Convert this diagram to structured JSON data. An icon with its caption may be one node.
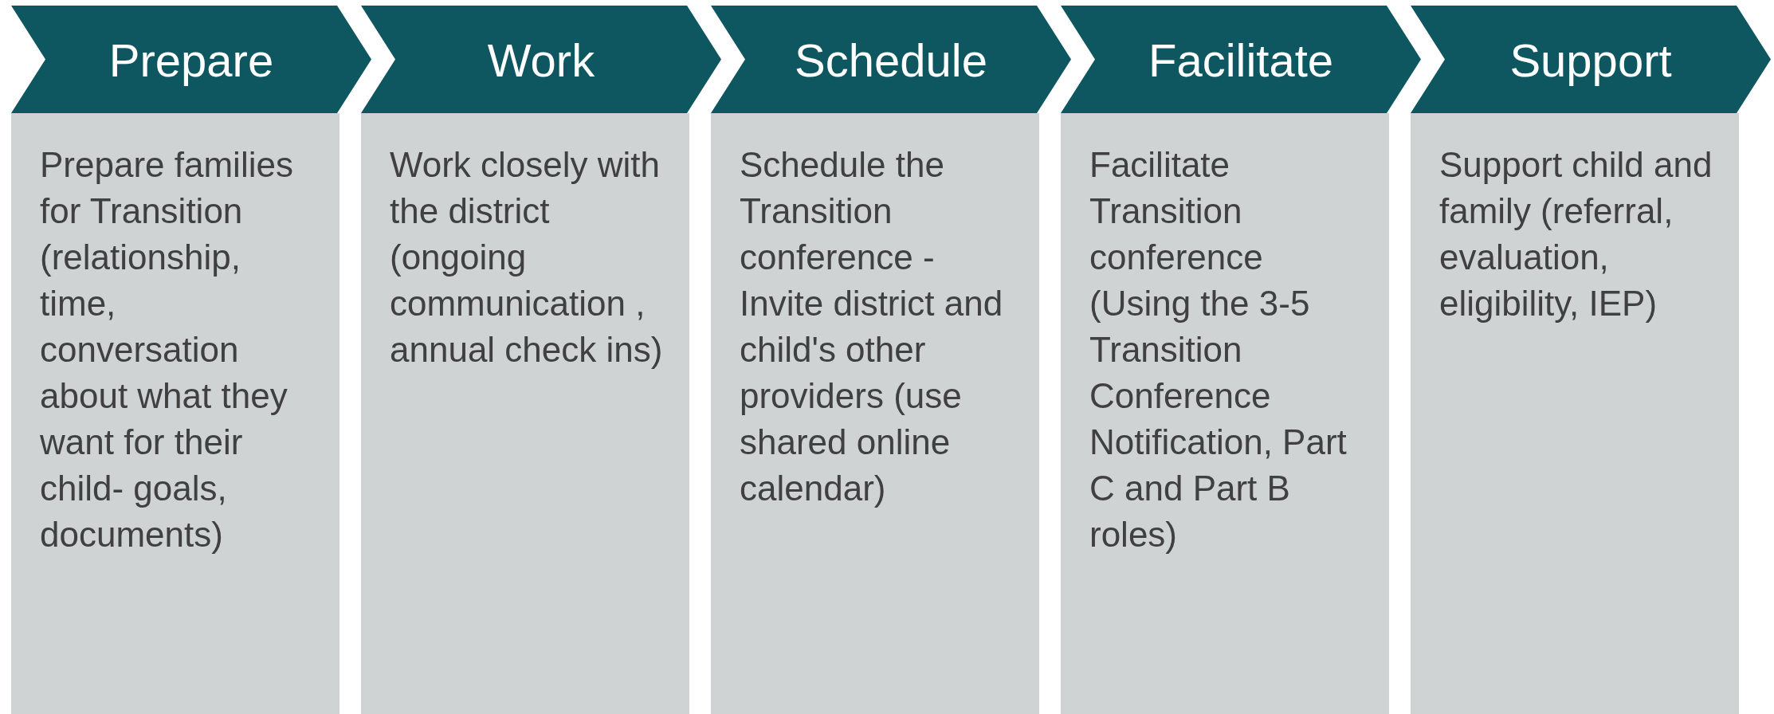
{
  "diagram": {
    "nodes": [
      {
        "text": [
          "Prepare"
        ]
      },
      {
        "text": [
          "Work"
        ]
      },
      {
        "text": [
          "Schedule"
        ]
      },
      {
        "text": [
          "Facilitate"
        ]
      },
      {
        "text": [
          "Support"
        ]
      },
      {
        "text": [
          "Prepare families for Transition (relationship, time, conversation about what they want for their child- goals, documents)"
        ]
      },
      {
        "text": [
          "Work closely with the district (ongoing communication , annual check ins)"
        ]
      },
      {
        "text": [
          "Schedule the Transition conference - Invite district and child's other providers (use shared online calendar)"
        ]
      },
      {
        "text": [
          "Facilitate Transition conference (Using the 3-5 Transition Conference Notification, Part C and Part B roles)"
        ]
      },
      {
        "text": [
          "Support child and family (referral, evaluation, eligibility, IEP)"
        ]
      }
    ]
  }
}
